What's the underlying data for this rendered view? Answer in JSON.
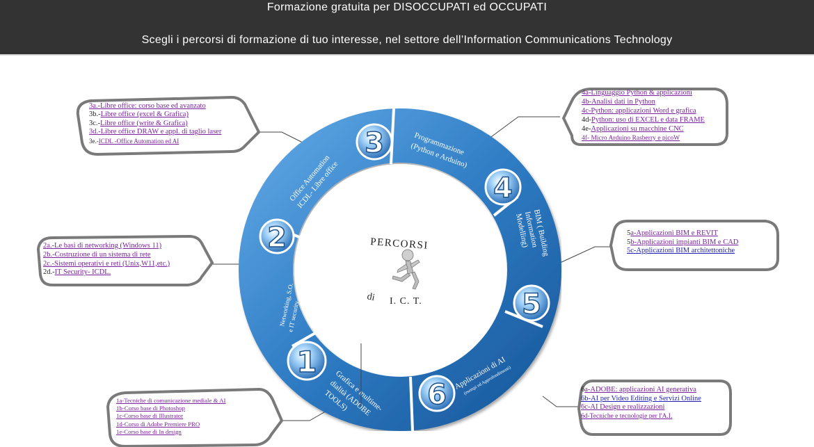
{
  "header": {
    "line1": "Formazione gratuita  per DISOCCUPATI  ed OCCUPATI",
    "line2": "Scegli  i percorsi di formazione  di tuo interesse, nel settore dell’Information  Communications Technology"
  },
  "center": {
    "top": "PERCORSI",
    "di": "di",
    "ict": "I. C. T."
  },
  "segments": [
    {
      "number": "1",
      "label1": "Grafica e multime-",
      "label2": "dialità (ADOBE",
      "label3": "TOOLS)"
    },
    {
      "number": "2",
      "label1": "Networking, S.O.",
      "label2": "e IT security",
      "label3": ""
    },
    {
      "number": "3",
      "label1": "Office Automation",
      "label2": "ICDL- Libre office",
      "label3": ""
    },
    {
      "number": "4",
      "label1": "Programmazione",
      "label2": "(Python e Arduino)",
      "label3": ""
    },
    {
      "number": "5",
      "label1": "BIM ( Building",
      "label2": "Information",
      "label3": "Modelling)"
    },
    {
      "number": "6",
      "label1": "Applicazioni di AI",
      "label2": "(esempi ed Approfondimenti)",
      "label3": ""
    }
  ],
  "box3": [
    {
      "pre": "",
      "text": "3a.-Libre office: corso base ed avanzato"
    },
    {
      "pre": "3b.-",
      "text": "Libre office (excel & Grafica)"
    },
    {
      "pre": "3c.-",
      "text": "Libre office (write & Grafica)"
    },
    {
      "pre": "",
      "text": "3d.-Libre office DRAW e appl. di taglio laser"
    },
    {
      "pre": "3e.-",
      "text": "ICDL -Office Automation  ed  AI"
    }
  ],
  "box4": [
    {
      "pre": "",
      "text": "4a-Linguaggio Python & applicazioni"
    },
    {
      "pre": "",
      "text": "4b-Analisi dati in Python"
    },
    {
      "pre": "",
      "text": "4c-Python: applicazioni Word e grafica"
    },
    {
      "pre": "4d-",
      "text": "Python: uso di EXCEL e data FRAME"
    },
    {
      "pre": "4e-",
      "text": "Applicazioni su macchine CNC"
    },
    {
      "pre": "",
      "text": "4f- Micro Arduino Rasberry e picoW"
    }
  ],
  "box2": [
    {
      "pre": "",
      "text": "2a.-Le basi di networking (Windows 11)"
    },
    {
      "pre": "",
      "text": "2b.-Costruzione di un sistema di rete"
    },
    {
      "pre": "",
      "text": "2c.-Sistemi operativi e reti (Unix,W11,etc.)"
    },
    {
      "pre": "2d.-",
      "text": "IT Security- ICDL."
    }
  ],
  "box5": [
    {
      "pre": "5",
      "text": "a-Applicazioni BIM e REVIT"
    },
    {
      "pre": "5",
      "text": "b-Applicazioni impianti  BIM e CAD"
    },
    {
      "pre": "",
      "text": "5c-Applicazioni  BIM architettoniche"
    }
  ],
  "box1": [
    {
      "pre": "",
      "text": "1a-Tecniche di comunicazione mediale & AI"
    },
    {
      "pre": "",
      "text": "1b-Corso base di Photoshop"
    },
    {
      "pre": "",
      "text": "1c-Corso base di Illustrator"
    },
    {
      "pre": "",
      "text": "1d-Corso  di Adobe Premiere PRO"
    },
    {
      "pre": "",
      "text": "1e-Corso base di In design"
    }
  ],
  "box6": [
    {
      "pre": "6",
      "text": "a-ADOBE: applicazioni  AI generativa"
    },
    {
      "pre": "",
      "text": "6b-AI per Video Editing e Servizi Online"
    },
    {
      "pre": "",
      "text": "6c-AI Design e realizzazioni"
    },
    {
      "pre": "",
      "text": "6d-Tecniche e tecnologie per l'A.I."
    }
  ],
  "colors": {
    "header_bg": "#333333",
    "ring_dark": "#1e5fa3",
    "ring_light": "#6aaee6",
    "link_purple": "#7a1fa0",
    "link_blue": "#1f1fb8"
  }
}
